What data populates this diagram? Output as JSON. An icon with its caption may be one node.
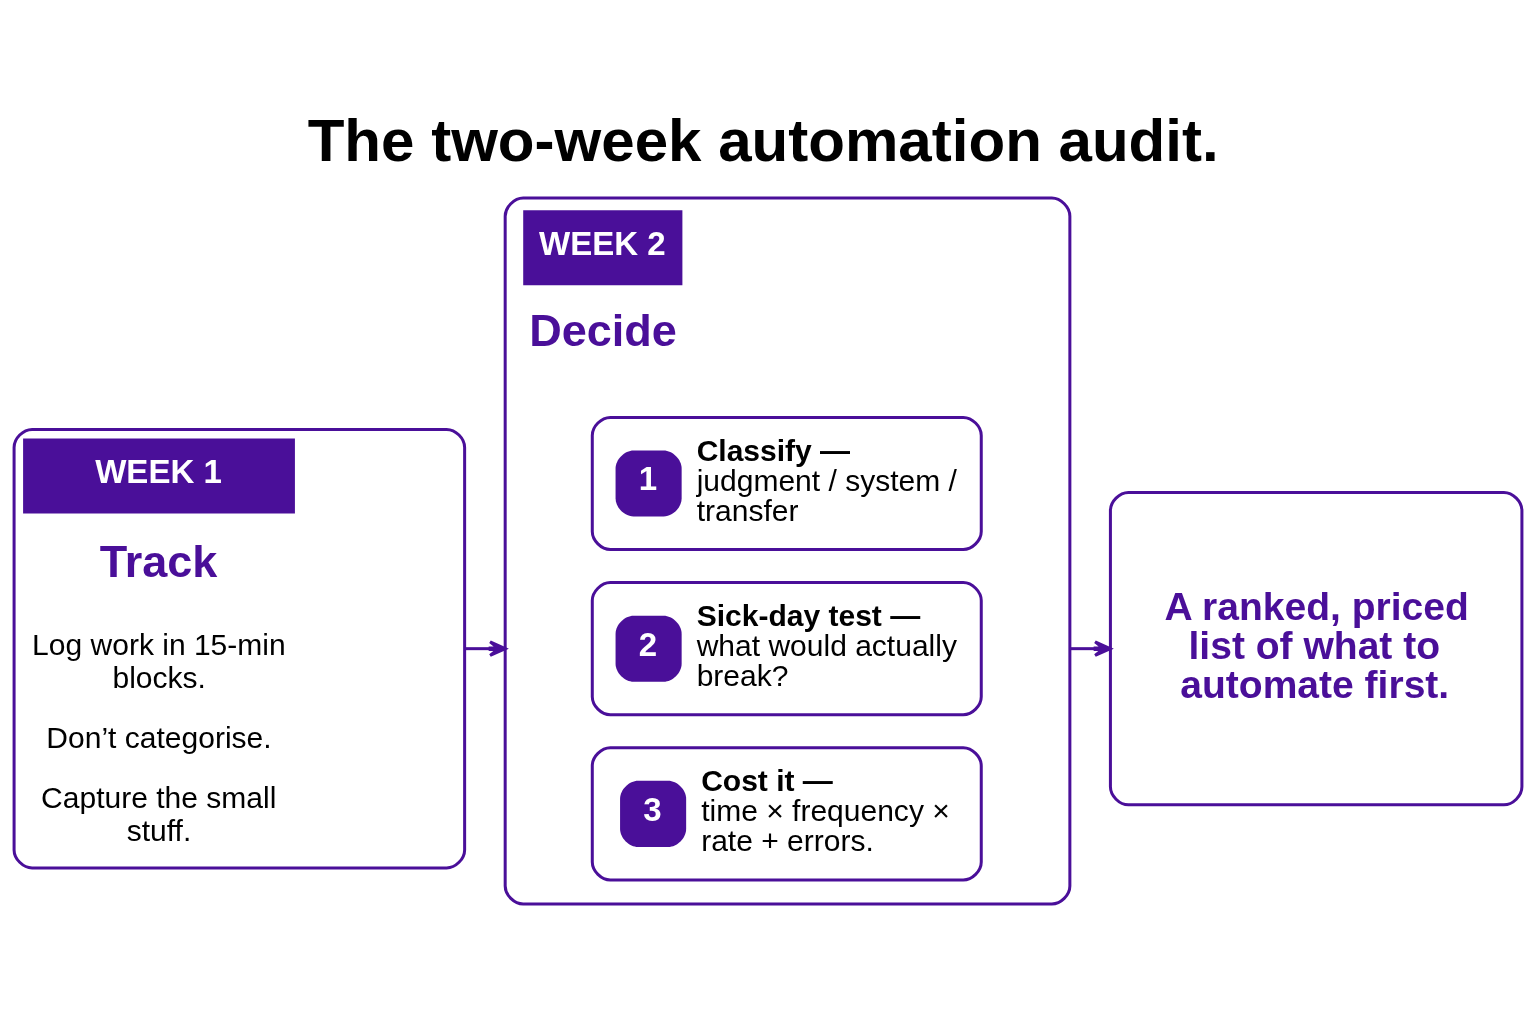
{
  "diagram": {
    "title": "The two-week automation audit.",
    "nodes": [
      {
        "text": [
          "WEEK 1",
          "Track",
          "Log work in 15-min blocks.",
          "Don’t categorise.",
          "Capture the small stuff."
        ]
      },
      {
        "text": [
          "WEEK 2",
          "Decide"
        ]
      },
      {
        "text": [
          "1",
          "Classify —",
          "judgment / system / transfer"
        ],
        "in": 1
      },
      {
        "text": [
          "2",
          "Sick-day test —",
          "what would actually break?"
        ],
        "in": 1
      },
      {
        "text": [
          "3",
          "Cost it —",
          "time × frequency × rate + errors."
        ],
        "in": 1
      },
      {
        "text": [
          "A ranked, priced list of what to automate first."
        ]
      }
    ],
    "edges": [
      {
        "from": 0,
        "to": 1,
        "arrow": "to"
      },
      {
        "from": 1,
        "to": 5,
        "arrow": "to"
      }
    ]
  }
}
